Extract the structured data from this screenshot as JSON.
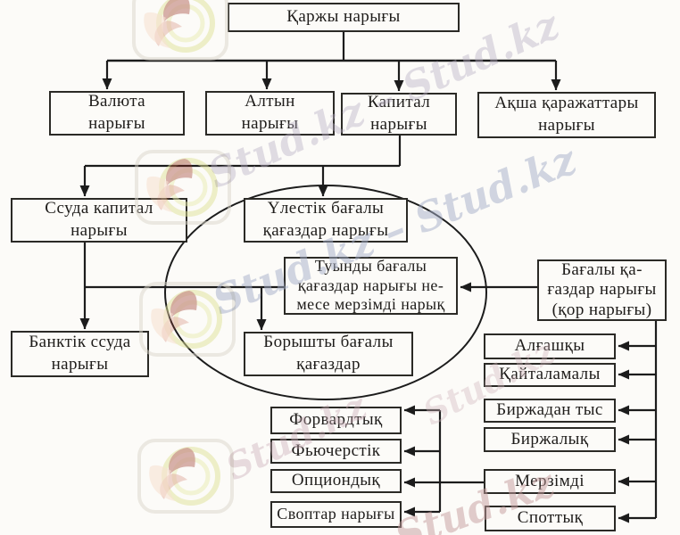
{
  "diagram_title": "Қаржы нарығы",
  "watermark": {
    "brand": "Stud.kz",
    "brand_double": "Stud.kz – Stud.kz"
  },
  "colors": {
    "line": "#1c1c1c",
    "box_border": "#2b2a26",
    "watermark_blue": "#a4aec8",
    "watermark_pink": "#c49c9c",
    "logo_green": "#dde296",
    "logo_red": "#93271a",
    "logo_peach": "#f3c9ae"
  },
  "nodes": {
    "root": {
      "label": "Қаржы нарығы"
    },
    "currency": {
      "label": "Валюта\nнарығы"
    },
    "gold": {
      "label": "Алтын\nнарығы"
    },
    "capital": {
      "label": "Капитал\nнарығы"
    },
    "money": {
      "label": "Ақша қаражаттары\nнарығы"
    },
    "loan_capital": {
      "label": "Ссуда капитал\nнарығы"
    },
    "equity": {
      "label": "Үлестік бағалы\nқағаздар нарығы"
    },
    "derivative": {
      "label": "Туынды бағалы\nқағаздар нарығы  не-\nмесе мерзімді нарық"
    },
    "debt": {
      "label": "Борышты бағалы\nқағаздар"
    },
    "bank_loan": {
      "label": "Банктік ссуда\nнарығы"
    },
    "securities": {
      "label": "Бағалы қа-\nғаздар нарығы\n(қор нарығы)"
    },
    "primary": {
      "label": "Алғашқы"
    },
    "secondary": {
      "label": "Қайталамалы"
    },
    "otc": {
      "label": "Биржадан тыс"
    },
    "exchange": {
      "label": "Биржалық"
    },
    "term": {
      "label": "Мерзімді"
    },
    "spot": {
      "label": "Споттық"
    },
    "forward": {
      "label": "Форвардтық"
    },
    "futures": {
      "label": "Фьючерстік"
    },
    "option": {
      "label": "Опциондық"
    },
    "swaps": {
      "label": "Своптар нарығы"
    }
  }
}
